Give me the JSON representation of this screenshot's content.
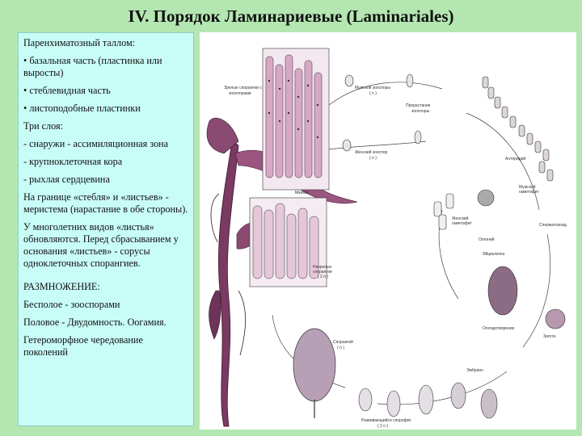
{
  "title": "IV. Порядок Ламинариевые (Laminariales)",
  "left_panel": {
    "items": [
      "Паренхиматозный таллом:",
      "• базальная часть (пластинка или выросты)",
      "• стеблевидная часть",
      "• листоподобные пластинки",
      "Три слоя:",
      "- снаружи - ассимиляционная зона",
      "- крупноклеточная кора",
      "- рыхлая сердцевина",
      "На границе «стебля» и «листьев» - меристема (нарастание в обе стороны).",
      "У многолетних видов «листья» обновляются. Перед сбрасыванием у основания «листьев» - сорусы одноклеточных спорангиев.",
      "РАЗМНОЖЕНИЕ:",
      "Бесполое - зооспорами",
      "Половое - Двудомность. Оогамия.",
      "Гетероморфное чередование поколений"
    ]
  },
  "diagram": {
    "labels": {
      "zoo_young": "Зрелые спорангии с",
      "zoo_young2": "зооспорами",
      "male_zoo": "Мужской зооспоры",
      "male_zoo_n": "( n )",
      "sprouting": "Прорастание",
      "sprouting2": "зооспоры",
      "female_zoo": "Женский зооспор",
      "female_zoo_n": "( n )",
      "antheridium": "Антеридий",
      "paraphyses": "Мейоз",
      "young_sporangia": "Незрелые",
      "young_sporangia2": "спорангии",
      "young_sporangia_n": "( 2 n )",
      "female_gametophyte": "Женский",
      "female_gametophyte2": "гаметофит",
      "male_gametophyte": "Мужской",
      "male_gametophyte2": "гаметофит",
      "oogonium": "Оогоний",
      "egg": "Яйцеклетка",
      "spermatozoid": "Сперматозоид",
      "fertilization": "Оплодотворение",
      "zygote": "Зигота",
      "sporophyte": "Развивающийся спорофит",
      "sporophyte_n": "( 2 n )",
      "sporangium": "Спорангий",
      "sporangium_n": "( n )",
      "embryo": "Эмбрион"
    }
  }
}
